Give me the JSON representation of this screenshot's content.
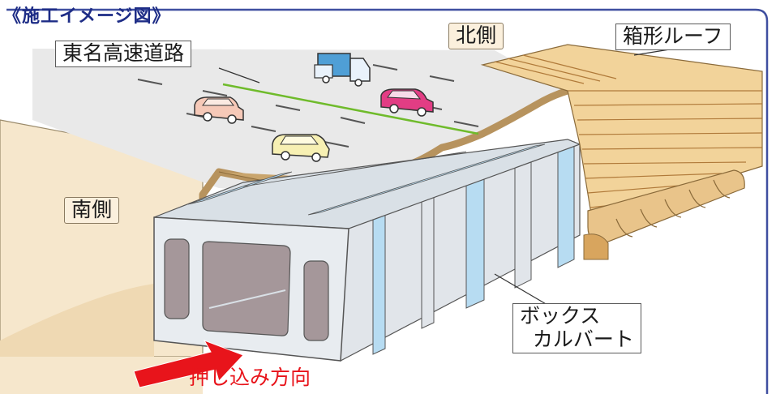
{
  "title": "《施工イメージ図》",
  "labels": {
    "north": "北側",
    "south": "南側",
    "expressway": "東名高速道路",
    "roof": "箱形ルーフ",
    "culvert": "ボックス\n  カルバート",
    "push_direction": "押し込み方向"
  },
  "colors": {
    "frame": "#3f4fa0",
    "title": "#1d2c86",
    "ground": "#f6e7cc",
    "road": "#e9e9e9",
    "road_edge": "#b7935e",
    "roof": "#f2d39a",
    "roof_dark": "#d8a55e",
    "culvert_light": "#e1e5ea",
    "culvert_band": "#b7dcf2",
    "culvert_inner": "#a5979a",
    "arrow": "#e8141b",
    "center_line": "#6fbb2b"
  },
  "vehicles": [
    {
      "name": "truck",
      "color": "#4f9fd6"
    },
    {
      "name": "pink-car",
      "color": "#e23d84"
    },
    {
      "name": "peach-car",
      "color": "#f6c9b8"
    },
    {
      "name": "cream-car",
      "color": "#f7f0b3"
    }
  ]
}
